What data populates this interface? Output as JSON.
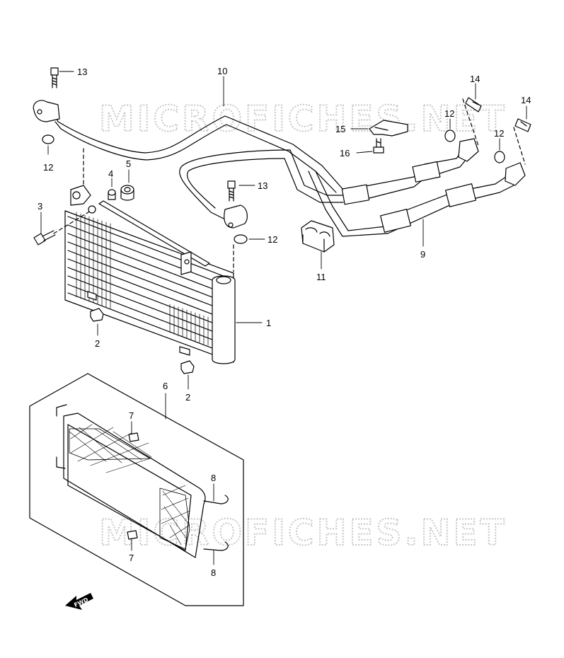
{
  "watermark": {
    "text": "MICROFICHES.NET",
    "color": "#c8c8c8"
  },
  "direction_indicator": {
    "text": "FWD"
  },
  "callouts": [
    {
      "id": "c13a",
      "label": "13"
    },
    {
      "id": "c10",
      "label": "10"
    },
    {
      "id": "c14a",
      "label": "14"
    },
    {
      "id": "c14b",
      "label": "14"
    },
    {
      "id": "c12a",
      "label": "12"
    },
    {
      "id": "c12b",
      "label": "12"
    },
    {
      "id": "c12c",
      "label": "12"
    },
    {
      "id": "c12d",
      "label": "12"
    },
    {
      "id": "c15",
      "label": "15"
    },
    {
      "id": "c16",
      "label": "16"
    },
    {
      "id": "c4",
      "label": "4"
    },
    {
      "id": "c5",
      "label": "5"
    },
    {
      "id": "c13b",
      "label": "13"
    },
    {
      "id": "c3",
      "label": "3"
    },
    {
      "id": "c9",
      "label": "9"
    },
    {
      "id": "c11",
      "label": "11"
    },
    {
      "id": "c1",
      "label": "1"
    },
    {
      "id": "c2a",
      "label": "2"
    },
    {
      "id": "c2b",
      "label": "2"
    },
    {
      "id": "c6",
      "label": "6"
    },
    {
      "id": "c7a",
      "label": "7"
    },
    {
      "id": "c7b",
      "label": "7"
    },
    {
      "id": "c8a",
      "label": "8"
    },
    {
      "id": "c8b",
      "label": "8"
    }
  ]
}
